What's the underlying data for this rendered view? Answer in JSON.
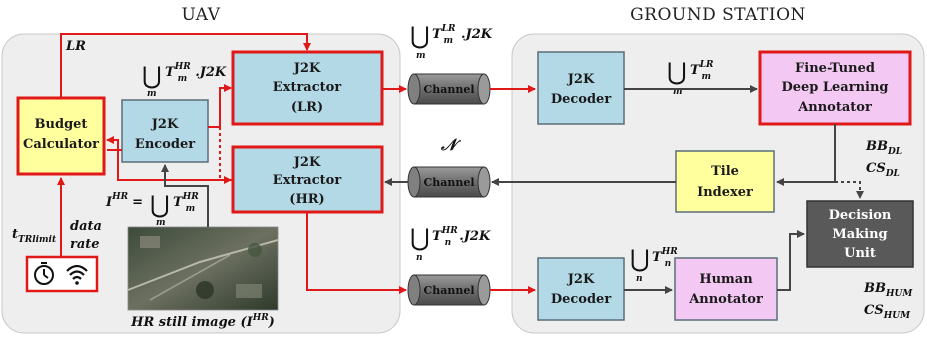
{
  "headers": {
    "uav": "UAV",
    "ground": "GROUND STATION"
  },
  "nodes": {
    "budget": [
      "Budget",
      "Calculator"
    ],
    "encoder": [
      "J2K",
      "Encoder"
    ],
    "extractor_lr": [
      "J2K",
      "Extractor",
      "(LR)"
    ],
    "extractor_hr": [
      "J2K",
      "Extractor",
      "(HR)"
    ],
    "decoder_top": [
      "J2K",
      "Decoder"
    ],
    "decoder_bottom": [
      "J2K",
      "Decoder"
    ],
    "fine_tuned": [
      "Fine-Tuned",
      "Deep Learning",
      "Annotator"
    ],
    "tile_indexer": [
      "Tile",
      "Indexer"
    ],
    "decision": [
      "Decision",
      "Making",
      "Unit"
    ],
    "human": [
      "Human",
      "Annotator"
    ]
  },
  "channels": {
    "top": "Channel",
    "middle": "Channel",
    "bottom": "Channel"
  },
  "labels": {
    "lr": "LR",
    "t_limit_main": "t",
    "t_limit_sub": "TRlimit",
    "data_rate_1": "data",
    "data_rate_2": "rate",
    "noise": "𝒩",
    "image_caption": "HR still image (I",
    "image_caption_sup": "HR",
    "image_caption_end": ")"
  },
  "math": {
    "union": "⋃",
    "m": "m",
    "n": "n",
    "T": "T",
    "hr": "HR",
    "lr": "LR",
    "j2k_suffix": ".J2K",
    "i_hr_lhs": "I",
    "equals": "=",
    "bb_dl": "BB",
    "bb_dl_sub": "DL",
    "cs_dl": "CS",
    "cs_dl_sub": "DL",
    "bb_hum": "BB",
    "bb_hum_sub": "HUM",
    "cs_hum": "CS",
    "cs_hum_sub": "HUM"
  },
  "colors": {
    "red": "#e01818",
    "blue_box": "#b3d9e6",
    "yellow_box": "#ffff9e",
    "pink_box": "#f3c9f3",
    "dark_box": "#595959",
    "panel": "#eeeeee"
  },
  "icons": [
    "stopwatch-icon",
    "wifi-icon",
    "satellite-image"
  ]
}
